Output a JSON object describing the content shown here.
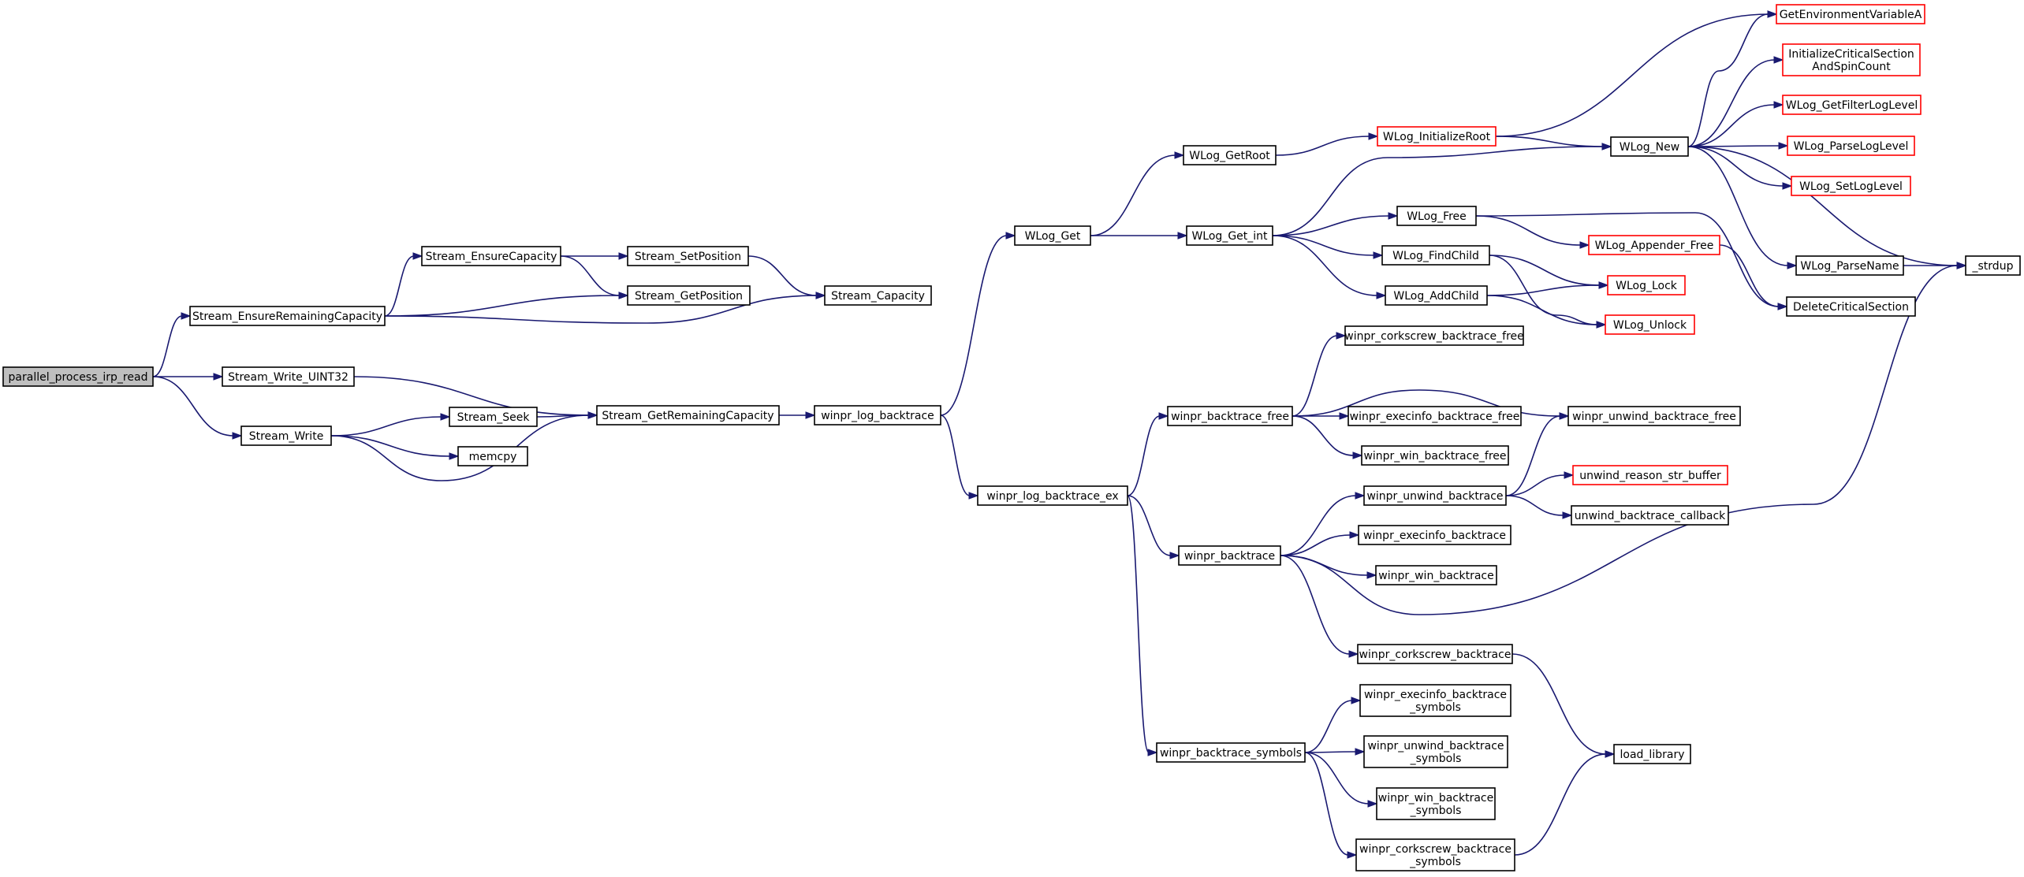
{
  "graph": {
    "colors": {
      "edge": "#191970",
      "node_border": "#000000",
      "external_border": "#ff0000",
      "root_fill": "#bfbfbf"
    },
    "nodes": [
      {
        "id": "parallel_process_irp_read",
        "label": [
          "parallel_process_irp_read"
        ],
        "style": "root"
      },
      {
        "id": "Stream_EnsureRemainingCapacity",
        "label": [
          "Stream_EnsureRemainingCapacity"
        ],
        "style": "normal"
      },
      {
        "id": "Stream_Write_UINT32",
        "label": [
          "Stream_Write_UINT32"
        ],
        "style": "normal"
      },
      {
        "id": "Stream_Write",
        "label": [
          "Stream_Write"
        ],
        "style": "normal"
      },
      {
        "id": "Stream_EnsureCapacity",
        "label": [
          "Stream_EnsureCapacity"
        ],
        "style": "normal"
      },
      {
        "id": "Stream_SetPosition",
        "label": [
          "Stream_SetPosition"
        ],
        "style": "normal"
      },
      {
        "id": "Stream_GetPosition",
        "label": [
          "Stream_GetPosition"
        ],
        "style": "normal"
      },
      {
        "id": "Stream_Capacity",
        "label": [
          "Stream_Capacity"
        ],
        "style": "normal"
      },
      {
        "id": "Stream_Seek",
        "label": [
          "Stream_Seek"
        ],
        "style": "normal"
      },
      {
        "id": "memcpy",
        "label": [
          "memcpy"
        ],
        "style": "normal"
      },
      {
        "id": "Stream_GetRemainingCapacity",
        "label": [
          "Stream_GetRemainingCapacity"
        ],
        "style": "normal"
      },
      {
        "id": "winpr_log_backtrace",
        "label": [
          "winpr_log_backtrace"
        ],
        "style": "normal"
      },
      {
        "id": "WLog_Get",
        "label": [
          "WLog_Get"
        ],
        "style": "normal"
      },
      {
        "id": "winpr_log_backtrace_ex",
        "label": [
          "winpr_log_backtrace_ex"
        ],
        "style": "normal"
      },
      {
        "id": "WLog_GetRoot",
        "label": [
          "WLog_GetRoot"
        ],
        "style": "normal"
      },
      {
        "id": "WLog_Get_int",
        "label": [
          "WLog_Get_int"
        ],
        "style": "normal"
      },
      {
        "id": "WLog_InitializeRoot",
        "label": [
          "WLog_InitializeRoot"
        ],
        "style": "external"
      },
      {
        "id": "WLog_New",
        "label": [
          "WLog_New"
        ],
        "style": "normal"
      },
      {
        "id": "WLog_Free",
        "label": [
          "WLog_Free"
        ],
        "style": "normal"
      },
      {
        "id": "WLog_FindChild",
        "label": [
          "WLog_FindChild"
        ],
        "style": "normal"
      },
      {
        "id": "WLog_AddChild",
        "label": [
          "WLog_AddChild"
        ],
        "style": "normal"
      },
      {
        "id": "WLog_Appender_Free",
        "label": [
          "WLog_Appender_Free"
        ],
        "style": "external"
      },
      {
        "id": "WLog_Lock",
        "label": [
          "WLog_Lock"
        ],
        "style": "external"
      },
      {
        "id": "WLog_Unlock",
        "label": [
          "WLog_Unlock"
        ],
        "style": "external"
      },
      {
        "id": "GetEnvironmentVariableA",
        "label": [
          "GetEnvironmentVariableA"
        ],
        "style": "external"
      },
      {
        "id": "InitializeCriticalSectionAndSpinCount",
        "label": [
          "InitializeCriticalSection",
          "AndSpinCount"
        ],
        "style": "external"
      },
      {
        "id": "WLog_GetFilterLogLevel",
        "label": [
          "WLog_GetFilterLogLevel"
        ],
        "style": "external"
      },
      {
        "id": "WLog_ParseLogLevel",
        "label": [
          "WLog_ParseLogLevel"
        ],
        "style": "external"
      },
      {
        "id": "WLog_SetLogLevel",
        "label": [
          "WLog_SetLogLevel"
        ],
        "style": "external"
      },
      {
        "id": "WLog_ParseName",
        "label": [
          "WLog_ParseName"
        ],
        "style": "normal"
      },
      {
        "id": "DeleteCriticalSection",
        "label": [
          "DeleteCriticalSection"
        ],
        "style": "normal"
      },
      {
        "id": "_strdup",
        "label": [
          "_strdup"
        ],
        "style": "normal"
      },
      {
        "id": "winpr_backtrace_free",
        "label": [
          "winpr_backtrace_free"
        ],
        "style": "normal"
      },
      {
        "id": "winpr_corkscrew_backtrace_free",
        "label": [
          "winpr_corkscrew_backtrace_free"
        ],
        "style": "normal"
      },
      {
        "id": "winpr_execinfo_backtrace_free",
        "label": [
          "winpr_execinfo_backtrace_free"
        ],
        "style": "normal"
      },
      {
        "id": "winpr_win_backtrace_free",
        "label": [
          "winpr_win_backtrace_free"
        ],
        "style": "normal"
      },
      {
        "id": "winpr_unwind_backtrace_free",
        "label": [
          "winpr_unwind_backtrace_free"
        ],
        "style": "normal"
      },
      {
        "id": "winpr_backtrace",
        "label": [
          "winpr_backtrace"
        ],
        "style": "normal"
      },
      {
        "id": "winpr_unwind_backtrace",
        "label": [
          "winpr_unwind_backtrace"
        ],
        "style": "normal"
      },
      {
        "id": "unwind_reason_str_buffer",
        "label": [
          "unwind_reason_str_buffer"
        ],
        "style": "external"
      },
      {
        "id": "unwind_backtrace_callback",
        "label": [
          "unwind_backtrace_callback"
        ],
        "style": "normal"
      },
      {
        "id": "winpr_execinfo_backtrace",
        "label": [
          "winpr_execinfo_backtrace"
        ],
        "style": "normal"
      },
      {
        "id": "winpr_win_backtrace",
        "label": [
          "winpr_win_backtrace"
        ],
        "style": "normal"
      },
      {
        "id": "winpr_corkscrew_backtrace",
        "label": [
          "winpr_corkscrew_backtrace"
        ],
        "style": "normal"
      },
      {
        "id": "winpr_backtrace_symbols",
        "label": [
          "winpr_backtrace_symbols"
        ],
        "style": "normal"
      },
      {
        "id": "winpr_execinfo_backtrace_symbols",
        "label": [
          "winpr_execinfo_backtrace",
          "_symbols"
        ],
        "style": "normal"
      },
      {
        "id": "winpr_unwind_backtrace_symbols",
        "label": [
          "winpr_unwind_backtrace",
          "_symbols"
        ],
        "style": "normal"
      },
      {
        "id": "winpr_win_backtrace_symbols",
        "label": [
          "winpr_win_backtrace",
          "_symbols"
        ],
        "style": "normal"
      },
      {
        "id": "winpr_corkscrew_backtrace_symbols",
        "label": [
          "winpr_corkscrew_backtrace",
          "_symbols"
        ],
        "style": "normal"
      },
      {
        "id": "load_library",
        "label": [
          "load_library"
        ],
        "style": "normal"
      }
    ],
    "edges": [
      [
        "parallel_process_irp_read",
        "Stream_EnsureRemainingCapacity"
      ],
      [
        "parallel_process_irp_read",
        "Stream_Write_UINT32"
      ],
      [
        "parallel_process_irp_read",
        "Stream_Write"
      ],
      [
        "Stream_EnsureRemainingCapacity",
        "Stream_EnsureCapacity"
      ],
      [
        "Stream_EnsureRemainingCapacity",
        "Stream_GetPosition"
      ],
      [
        "Stream_EnsureRemainingCapacity",
        "Stream_Capacity"
      ],
      [
        "Stream_EnsureCapacity",
        "Stream_SetPosition"
      ],
      [
        "Stream_EnsureCapacity",
        "Stream_GetPosition"
      ],
      [
        "Stream_SetPosition",
        "Stream_Capacity"
      ],
      [
        "Stream_Write_UINT32",
        "Stream_GetRemainingCapacity"
      ],
      [
        "Stream_Write",
        "Stream_Seek"
      ],
      [
        "Stream_Write",
        "memcpy"
      ],
      [
        "Stream_Write",
        "Stream_GetRemainingCapacity"
      ],
      [
        "Stream_Seek",
        "Stream_GetRemainingCapacity"
      ],
      [
        "Stream_GetRemainingCapacity",
        "winpr_log_backtrace"
      ],
      [
        "winpr_log_backtrace",
        "WLog_Get"
      ],
      [
        "winpr_log_backtrace",
        "winpr_log_backtrace_ex"
      ],
      [
        "WLog_Get",
        "WLog_GetRoot"
      ],
      [
        "WLog_Get",
        "WLog_Get_int"
      ],
      [
        "WLog_GetRoot",
        "WLog_InitializeRoot"
      ],
      [
        "WLog_InitializeRoot",
        "GetEnvironmentVariableA"
      ],
      [
        "WLog_InitializeRoot",
        "WLog_New"
      ],
      [
        "WLog_Get_int",
        "WLog_New"
      ],
      [
        "WLog_Get_int",
        "WLog_Free"
      ],
      [
        "WLog_Get_int",
        "WLog_FindChild"
      ],
      [
        "WLog_Get_int",
        "WLog_AddChild"
      ],
      [
        "WLog_New",
        "GetEnvironmentVariableA"
      ],
      [
        "WLog_New",
        "InitializeCriticalSectionAndSpinCount"
      ],
      [
        "WLog_New",
        "WLog_GetFilterLogLevel"
      ],
      [
        "WLog_New",
        "WLog_ParseLogLevel"
      ],
      [
        "WLog_New",
        "WLog_SetLogLevel"
      ],
      [
        "WLog_New",
        "WLog_ParseName"
      ],
      [
        "WLog_New",
        "_strdup"
      ],
      [
        "WLog_Free",
        "WLog_Appender_Free"
      ],
      [
        "WLog_Free",
        "DeleteCriticalSection"
      ],
      [
        "WLog_Appender_Free",
        "DeleteCriticalSection"
      ],
      [
        "WLog_FindChild",
        "WLog_Lock"
      ],
      [
        "WLog_FindChild",
        "WLog_Unlock"
      ],
      [
        "WLog_AddChild",
        "WLog_Lock"
      ],
      [
        "WLog_AddChild",
        "WLog_Unlock"
      ],
      [
        "WLog_ParseName",
        "_strdup"
      ],
      [
        "winpr_log_backtrace_ex",
        "winpr_backtrace_free"
      ],
      [
        "winpr_log_backtrace_ex",
        "winpr_backtrace"
      ],
      [
        "winpr_log_backtrace_ex",
        "winpr_backtrace_symbols"
      ],
      [
        "winpr_backtrace_free",
        "winpr_corkscrew_backtrace_free"
      ],
      [
        "winpr_backtrace_free",
        "winpr_execinfo_backtrace_free"
      ],
      [
        "winpr_backtrace_free",
        "winpr_win_backtrace_free"
      ],
      [
        "winpr_backtrace_free",
        "winpr_unwind_backtrace_free"
      ],
      [
        "winpr_backtrace",
        "winpr_unwind_backtrace"
      ],
      [
        "winpr_backtrace",
        "winpr_execinfo_backtrace"
      ],
      [
        "winpr_backtrace",
        "winpr_win_backtrace"
      ],
      [
        "winpr_backtrace",
        "winpr_corkscrew_backtrace"
      ],
      [
        "winpr_backtrace",
        "_strdup"
      ],
      [
        "winpr_unwind_backtrace",
        "winpr_unwind_backtrace_free"
      ],
      [
        "winpr_unwind_backtrace",
        "unwind_reason_str_buffer"
      ],
      [
        "winpr_unwind_backtrace",
        "unwind_backtrace_callback"
      ],
      [
        "winpr_corkscrew_backtrace",
        "load_library"
      ],
      [
        "winpr_backtrace_symbols",
        "winpr_execinfo_backtrace_symbols"
      ],
      [
        "winpr_backtrace_symbols",
        "winpr_unwind_backtrace_symbols"
      ],
      [
        "winpr_backtrace_symbols",
        "winpr_win_backtrace_symbols"
      ],
      [
        "winpr_backtrace_symbols",
        "winpr_corkscrew_backtrace_symbols"
      ],
      [
        "winpr_corkscrew_backtrace_symbols",
        "load_library"
      ]
    ]
  }
}
